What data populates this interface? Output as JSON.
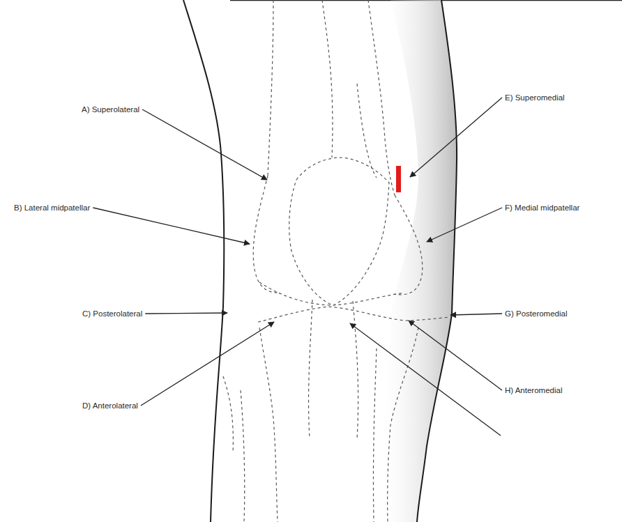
{
  "diagram": {
    "labels": [
      "A) Superolateral",
      "B) Lateral midpatellar",
      "C) Posterolateral",
      "D) Anterolateral",
      "E) Superomedial",
      "F) Medial midpatellar",
      "G) Posteromedial",
      "H) Anteromedial"
    ]
  }
}
